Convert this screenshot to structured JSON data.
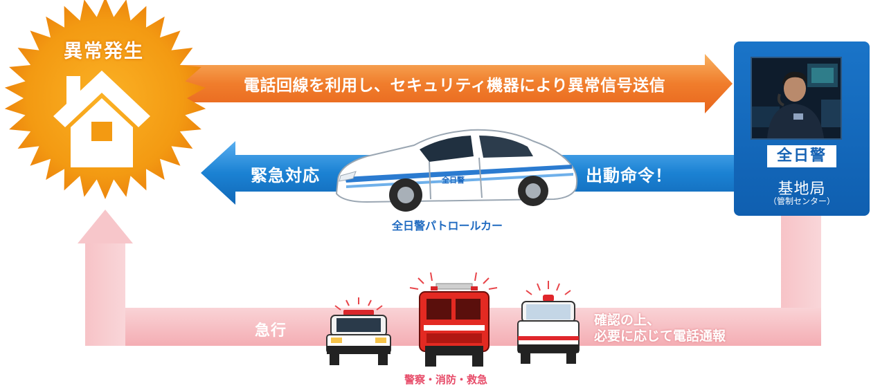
{
  "incident": {
    "title": "異常発生"
  },
  "flows": {
    "signal_label": "電話回線を利用し、セキュリティ機器により異常信号送信",
    "emergency_label": "緊急対応",
    "dispatch_label": "出動命令！",
    "rush_label": "急行",
    "confirm_line1": "確認の上、",
    "confirm_line2": "必要に応じて電話通報"
  },
  "station": {
    "brand": "全日警",
    "name": "基地局",
    "subtitle": "（管制センター）"
  },
  "patrol_car": {
    "caption": "全日警パトロールカー",
    "door_logo": "全日警"
  },
  "vehicles": {
    "caption": "警察・消防・救急"
  },
  "colors": {
    "badge_orange": "#f59a16",
    "arrow_orange": "#f07a2a",
    "arrow_blue": "#1b7fd0",
    "arrow_pink": "#f7c2c6",
    "station_blue": "#1566bc",
    "fire_red": "#e32a22"
  }
}
